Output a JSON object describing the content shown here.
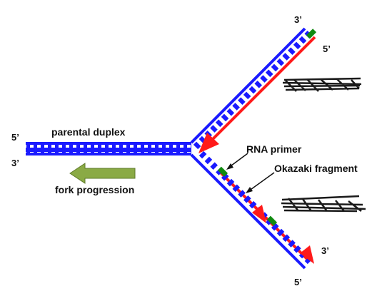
{
  "diagram": {
    "labels": {
      "parental_duplex": "parental duplex",
      "fork_progression": "fork progression",
      "rna_primer": "RNA primer",
      "okazaki_fragment": "Okazaki fragment"
    },
    "strand_ends": {
      "left_top_5": "5’",
      "left_bottom_3": "3’",
      "upper_arm_3": "3’",
      "upper_arm_5": "5’",
      "lower_arm_3": "3’",
      "lower_arm_5": "5’"
    },
    "colors": {
      "parental_strand": "#1a1aff",
      "new_strand": "#ff1a1a",
      "rna_primer": "#108a10",
      "fork_arrow": "#8aaa45",
      "scribble": "#1a1a1a"
    }
  }
}
